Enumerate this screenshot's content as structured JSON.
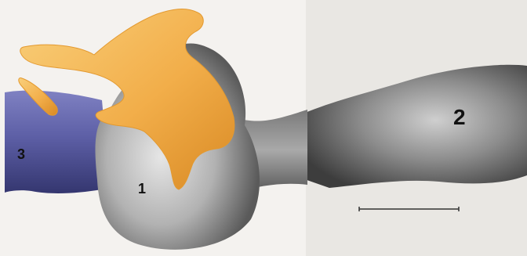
{
  "labels": {
    "one": "1",
    "two": "2",
    "three": "3"
  },
  "colors": {
    "background_left": "#f4f2ef",
    "background_right": "#e9e7e3",
    "gray_structure": "#8f8f8f",
    "gray_structure_dark": "#4a4a4a",
    "gray_structure_light": "#d2d2d2",
    "blue_structure": "#5d5fa6",
    "blue_structure_dark": "#3a3c7a",
    "orange_structure": "#f2ae4a",
    "orange_structure_light": "#f9cf7a",
    "scale_bar": "#333333"
  },
  "scale_bar": {
    "present": true
  }
}
